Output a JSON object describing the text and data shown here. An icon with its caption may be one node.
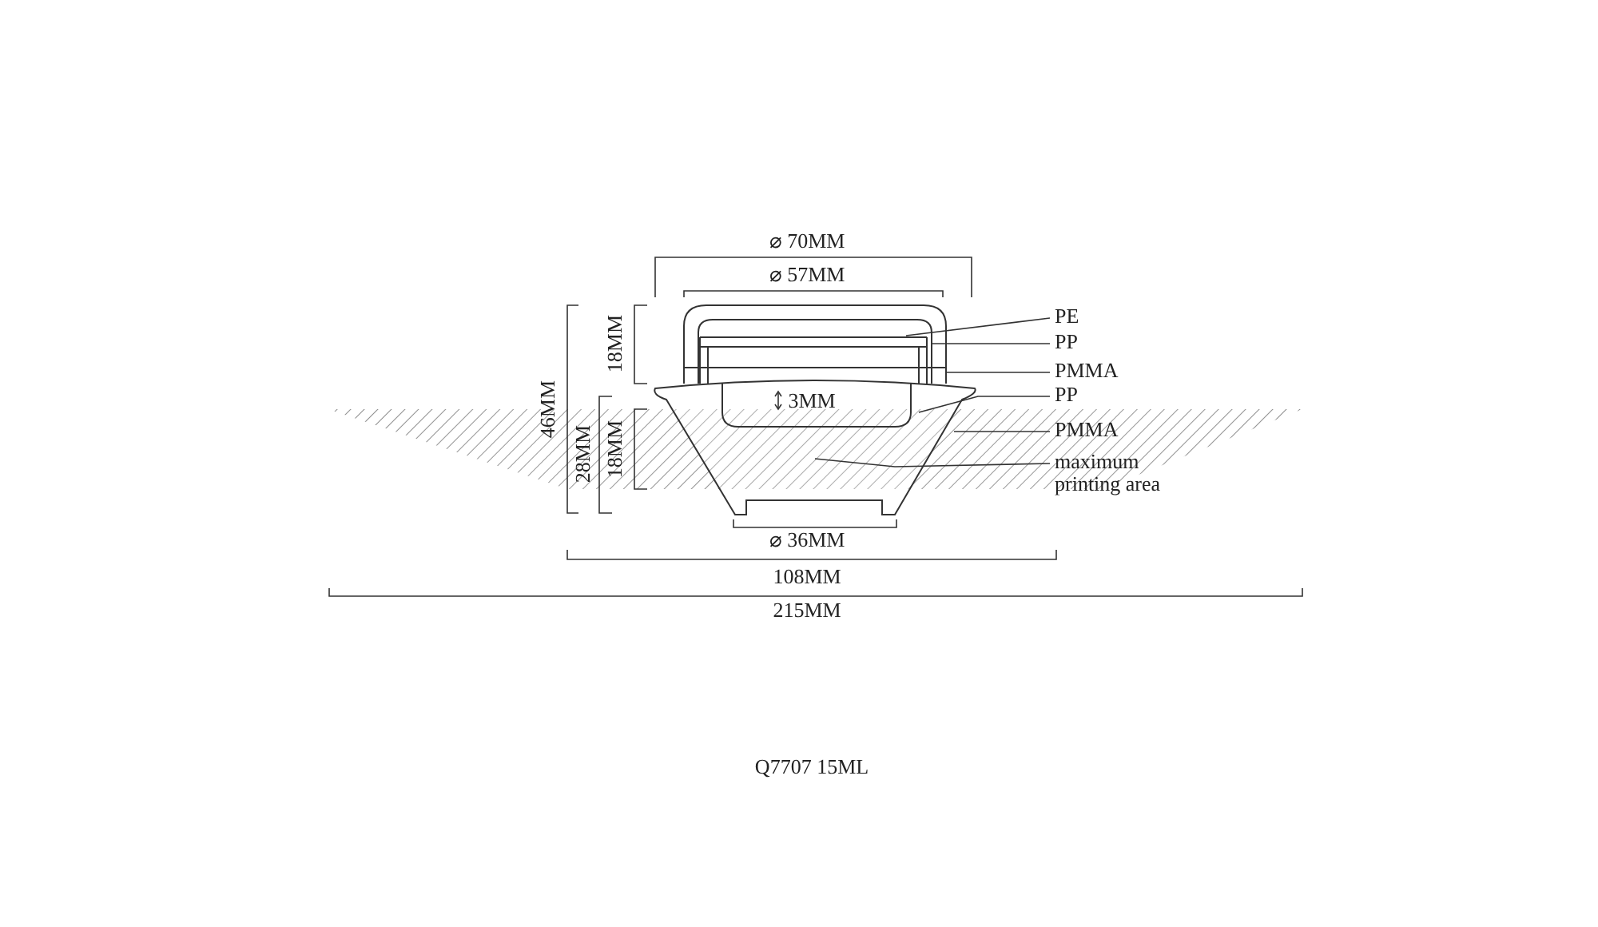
{
  "diagram": {
    "caption": "Q7707 15ML",
    "nodes": [
      {
        "text": [
          "PE"
        ]
      },
      {
        "text": [
          "PP"
        ]
      },
      {
        "text": [
          "PMMA"
        ]
      },
      {
        "text": [
          "PP"
        ]
      },
      {
        "text": [
          "PMMA"
        ]
      },
      {
        "text": [
          "maximum printing area"
        ]
      }
    ],
    "edges": [
      {
        "from": 0,
        "to": null,
        "arrow": "none"
      },
      {
        "from": 1,
        "to": null,
        "arrow": "none"
      },
      {
        "from": 2,
        "to": null,
        "arrow": "none"
      },
      {
        "from": 3,
        "to": null,
        "arrow": "none"
      },
      {
        "from": 4,
        "to": null,
        "arrow": "none"
      },
      {
        "from": 5,
        "to": null,
        "arrow": "none"
      }
    ],
    "labels": [
      "⌀ 70MM",
      "⌀ 57MM",
      "18MM",
      "46MM",
      "28MM",
      "18MM",
      "3MM",
      "⌀ 36MM",
      "108MM",
      "215MM"
    ]
  }
}
